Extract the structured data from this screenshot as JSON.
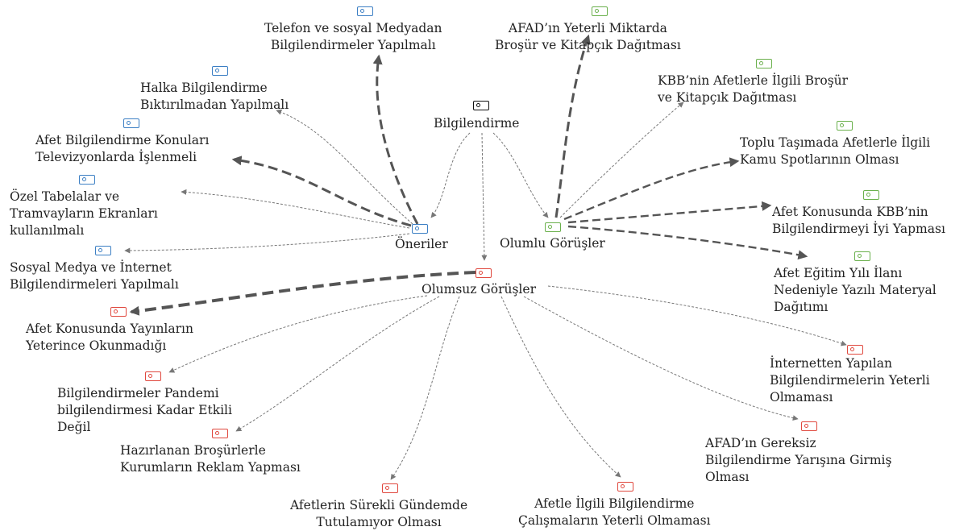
{
  "diagram": {
    "root": {
      "label": "Bilgilendirme",
      "color": "#111111",
      "icon": "tag-icon"
    },
    "categories": {
      "oneriler": {
        "label": "Öneriler",
        "color": "#3c7fc4",
        "items": [
          {
            "line1": "Telefon ve sosyal Medyadan",
            "line2": "Bilgilendirmeler Yapılmalı"
          },
          {
            "line1": "Halka Bilgilendirme",
            "line2": "Bıktırılmadan Yapılmalı"
          },
          {
            "line1": "Afet Bilgilendirme Konuları",
            "line2": "Televizyonlarda İşlenmeli"
          },
          {
            "line1": "Özel Tabelalar ve",
            "line2": "Tramvayların Ekranları",
            "line3": "kullanılmalı"
          },
          {
            "line1": "Sosyal Medya ve İnternet",
            "line2": "Bilgilendirmeleri Yapılmalı"
          }
        ]
      },
      "olumlu": {
        "label": "Olumlu Görüşler",
        "color": "#6ab04c",
        "items": [
          {
            "line1": "AFAD’ın Yeterli Miktarda",
            "line2": "Broşür ve Kitapçık Dağıtması"
          },
          {
            "line1": "KBB’nin Afetlerle İlgili Broşür",
            "line2": "ve Kitapçık Dağıtması"
          },
          {
            "line1": "Toplu Taşımada Afetlerle İlgili",
            "line2": "Kamu Spotlarının Olması"
          },
          {
            "line1": "Afet Konusunda KBB’nin",
            "line2": "Bilgilendirmeyi İyi Yapması"
          },
          {
            "line1": "Afet Eğitim Yılı İlanı",
            "line2": "Nedeniyle Yazılı Materyal",
            "line3": "Dağıtımı"
          }
        ]
      },
      "olumsuz": {
        "label": "Olumsuz Görüşler",
        "color": "#e0483e",
        "items": [
          {
            "line1": "Afet Konusunda Yayınların",
            "line2": "Yeterince Okunmadığı"
          },
          {
            "line1": "Bilgilendirmeler Pandemi",
            "line2": "bilgilendirmesi Kadar Etkili",
            "line3": "Değil"
          },
          {
            "line1": "Hazırlanan Broşürlerle",
            "line2": "Kurumların Reklam Yapması"
          },
          {
            "line1": "Afetlerin Sürekli Gündemde",
            "line2": "Tutulamıyor Olması"
          },
          {
            "line1": "Afetle İlgili Bilgilendirme",
            "line2": "Çalışmaların Yeterli Olmaması"
          },
          {
            "line1": "AFAD’ın Gereksiz",
            "line2": "Bilgilendirme Yarışına Girmiş",
            "line3": "Olması"
          },
          {
            "line1": "İnternetten Yapılan",
            "line2": "Bilgilendirmelerin Yeterli",
            "line3": "Olmaması"
          }
        ]
      }
    },
    "edge_color": "#666666"
  }
}
